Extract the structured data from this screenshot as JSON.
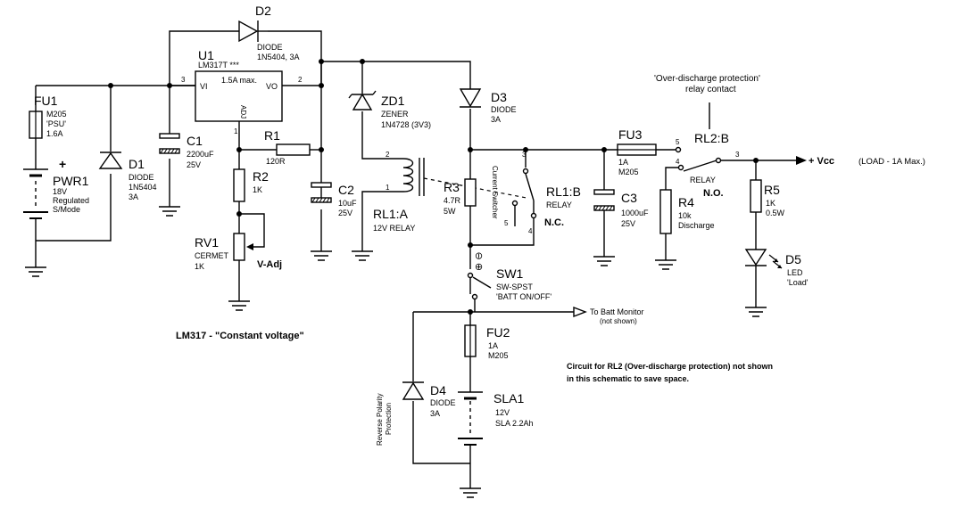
{
  "components": {
    "fu1": {
      "ref": "FU1",
      "line1": "M205",
      "line2": "'PSU'",
      "line3": "1.6A"
    },
    "pwr1": {
      "ref": "PWR1",
      "polarity": "+",
      "line1": "18V",
      "line2": "Regulated",
      "line3": "S/Mode"
    },
    "d1": {
      "ref": "D1",
      "line1": "DIODE",
      "line2": "1N5404",
      "line3": "3A"
    },
    "c1": {
      "ref": "C1",
      "line1": "2200uF",
      "line2": "25V"
    },
    "u1": {
      "ref": "U1",
      "part": "LM317T ***",
      "rating": "1.5A max.",
      "pin_vi": "VI",
      "pin_vo": "VO",
      "pin_adj": "ADJ"
    },
    "d2": {
      "ref": "D2",
      "line1": "DIODE",
      "line2": "1N5404, 3A"
    },
    "r1": {
      "ref": "R1",
      "line1": "120R"
    },
    "r2": {
      "ref": "R2",
      "line1": "1K"
    },
    "rv1": {
      "ref": "RV1",
      "line1": "CERMET",
      "line2": "1K",
      "adj_label": "V-Adj"
    },
    "c2": {
      "ref": "C2",
      "line1": "10uF",
      "line2": "25V"
    },
    "zd1": {
      "ref": "ZD1",
      "line1": "ZENER",
      "line2": "1N4728 (3V3)"
    },
    "rl1a": {
      "ref": "RL1:A",
      "line1": "12V RELAY"
    },
    "d3": {
      "ref": "D3",
      "line1": "DIODE",
      "line2": "3A"
    },
    "r3": {
      "ref": "R3",
      "line1": "4.7R",
      "line2": "5W",
      "side_label": "Current Switcher"
    },
    "rl1b": {
      "ref": "RL1:B",
      "line1": "RELAY",
      "contact": "N.C."
    },
    "fu3": {
      "ref": "FU3",
      "line1": "1A",
      "line2": "M205"
    },
    "c3": {
      "ref": "C3",
      "line1": "1000uF",
      "line2": "25V"
    },
    "rl2b": {
      "ref": "RL2:B",
      "line1": "RELAY",
      "contact": "N.O.",
      "caption1": "'Over-discharge protection'",
      "caption2": "relay contact"
    },
    "r4": {
      "ref": "R4",
      "line1": "10k",
      "line2": "Discharge"
    },
    "r5": {
      "ref": "R5",
      "line1": "1K",
      "line2": "0.5W"
    },
    "d5": {
      "ref": "D5",
      "line1": "LED",
      "line2": "'Load'"
    },
    "sw1": {
      "ref": "SW1",
      "line1": "SW-SPST",
      "line2": "'BATT ON/OFF'"
    },
    "fu2": {
      "ref": "FU2",
      "line1": "1A",
      "line2": "M205"
    },
    "d4": {
      "ref": "D4",
      "line1": "DIODE",
      "line2": "3A",
      "side_label1": "Reverse Polarity",
      "side_label2": "Protection"
    },
    "sla1": {
      "ref": "SLA1",
      "line1": "12V",
      "line2": "SLA 2.2Ah"
    }
  },
  "pins": {
    "u1_vi": "3",
    "u1_vo": "2",
    "u1_adj": "1",
    "rl1a_top": "2",
    "rl1a_bot": "1",
    "rl1b_a": "3",
    "rl1b_b": "5",
    "rl1b_c": "4",
    "rl2b_a": "5",
    "rl2b_b": "4",
    "rl2b_c": "3"
  },
  "labels": {
    "vcc": "+ Vcc",
    "load_note": "(LOAD -  1A Max.)",
    "batt_monitor": "To Batt Monitor",
    "batt_monitor_note": "(not shown)",
    "sw_polarity": "⊕ ⊖",
    "circuit_title": "LM317 - \"Constant voltage\"",
    "note_line1": "Circuit for RL2 (Over-discharge protection) not shown",
    "note_line2": "in this schematic to save space."
  }
}
